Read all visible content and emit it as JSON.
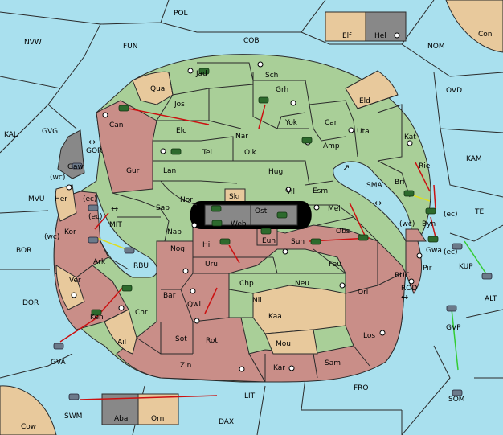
{
  "colors": {
    "sea": "#a9e0ee",
    "neutral_land": "#e8c99c",
    "green_power": "#a9cf98",
    "red_power": "#c98e88",
    "grey_power": "#888888",
    "order_arrow": "#cc1111",
    "support_line": "#33cc33",
    "convoy_line": "#dddd22"
  },
  "labels": {
    "POL": "POL",
    "NVW": "NVW",
    "FUN": "FUN",
    "COB": "COB",
    "NOM": "NOM",
    "Con": "Con",
    "Elf": "Elf",
    "Hel": "Hel",
    "KAL": "KAL",
    "GVG": "GVG",
    "OVD": "OVD",
    "KAM": "KAM",
    "MVU": "MVU",
    "BOR": "BOR",
    "DOR": "DOR",
    "TEI": "TEI",
    "ALT": "ALT",
    "FRO": "FRO",
    "LIT": "LIT",
    "DAX": "DAX",
    "SOM": "SOM",
    "GVP": "GVP",
    "GVA": "GVA",
    "SWM": "SWM",
    "Cow": "Cow",
    "Aba": "Aba",
    "Orn": "Orn",
    "KUP": "KUP",
    "BUC": "BUC",
    "ROD": "ROD",
    "SMA": "SMA",
    "MIT": "MIT",
    "RBU": "RBU",
    "GOR": "GOR",
    "Jad": "Jad",
    "Sch": "Sch",
    "Qua": "Qua",
    "Jos": "Jos",
    "Grh": "Grh",
    "Eld": "Eld",
    "Can": "Can",
    "Elc": "Elc",
    "Nar": "Nar",
    "Yok": "Yok",
    "Car": "Car",
    "Uta": "Uta",
    "Kat": "Kat",
    "Gaw": "Gaw",
    "Tel": "Tel",
    "Olk": "Olk",
    "Amp": "Amp",
    "Gur": "Gur",
    "Lan": "Lan",
    "Hug": "Hug",
    "Rie": "Rie",
    "Bri": "Bri",
    "Her": "Her",
    "Nor": "Nor",
    "Skr": "Skr",
    "Vil": "Vil",
    "Esm": "Esm",
    "Sap": "Sap",
    "Ost": "Ost",
    "Web": "Web",
    "Mel": "Mel",
    "Byn": "Byn",
    "Kor": "Kor",
    "Nab": "Nab",
    "Eun": "Eun",
    "Obs": "Obs",
    "Sun": "Sun",
    "Ark": "Ark",
    "Nog": "Nog",
    "Hil": "Hil",
    "Uru": "Uru",
    "Feu": "Feu",
    "Gwa": "Gwa",
    "Pir": "Pir",
    "Ver": "Ver",
    "Bar": "Bar",
    "Chp": "Chp",
    "Neu": "Neu",
    "Orl": "Orl",
    "Qwi": "Qwi",
    "Nil": "Nil",
    "Chr": "Chr",
    "Ken": "Ken",
    "Kaa": "Kaa",
    "Ail": "Ail",
    "Sot": "Sot",
    "Rot": "Rot",
    "Mou": "Mou",
    "Los": "Los",
    "Zin": "Zin",
    "Kar": "Kar",
    "Sam": "Sam",
    "wc": "(wc)",
    "ec": "(ec)"
  }
}
